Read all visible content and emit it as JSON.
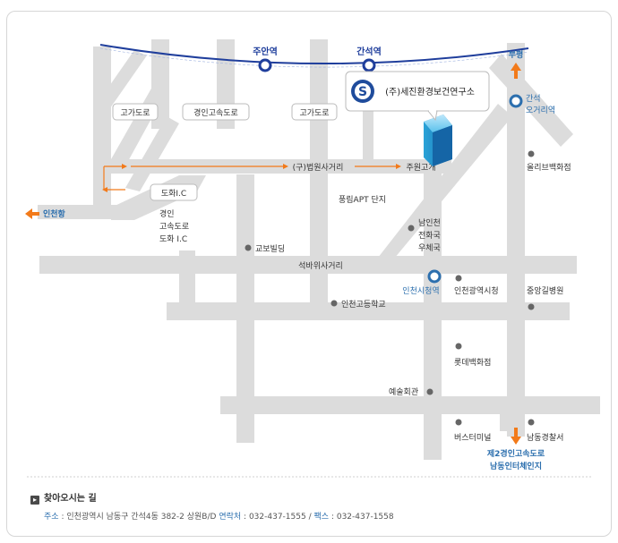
{
  "stations": {
    "juan": "주안역",
    "ganseok": "간석역",
    "ganseok_ogeori_1": "간석",
    "ganseok_ogeori_2": "오거리역",
    "incheon_city_hall": "인천시청역"
  },
  "company": {
    "name": "(주)세진환경보건연구소",
    "logo_letters": "S"
  },
  "roads": {
    "godado_1": "고가도로",
    "gyeongin_highway": "경인고속도로",
    "godado_2": "고가도로",
    "beobwon_sageori": "(구)법원사거리",
    "juwon_gogae": "주원고개",
    "dohwa_ic": "도화I.C",
    "seokbawi_sageori": "석바위사거리",
    "bupyeong": "부평",
    "incheon_port": "인천항",
    "highway_2nd_1": "제2경인고속도로",
    "highway_2nd_2": "남동인터체인지"
  },
  "places": {
    "gyeongin_ic_1": "경인",
    "gyeongin_ic_2": "고속도로",
    "gyeongin_ic_3": "도화 I.C",
    "kyobo": "교보빌딩",
    "pungrim": "풍림APT 단지",
    "namincheon_1": "남인천",
    "namincheon_2": "전화국",
    "namincheon_3": "우체국",
    "olympus": "올리브백화점",
    "city_hall": "인천광역시청",
    "chungang": "중앙길병원",
    "high_school": "인천고등학교",
    "lotte": "롯데백화점",
    "arts_hall": "예술회관",
    "bus_terminal": "버스터미널",
    "namdong_police": "남동경찰서"
  },
  "directions": {
    "title": "찾아오시는 길",
    "icon": "arrow-right-icon",
    "address_label": "주소",
    "address": "인천광역시 남동구 간석4동 382-2 상원B/D",
    "contact_label": "연락처",
    "contact": "032-437-1555",
    "fax_label": "팩스",
    "fax": "032-437-1558"
  },
  "colors": {
    "road": "#dcdcdc",
    "subway_line": "#1f3e9c",
    "orange": "#f27a1a",
    "station_blue": "#2c6fae"
  }
}
